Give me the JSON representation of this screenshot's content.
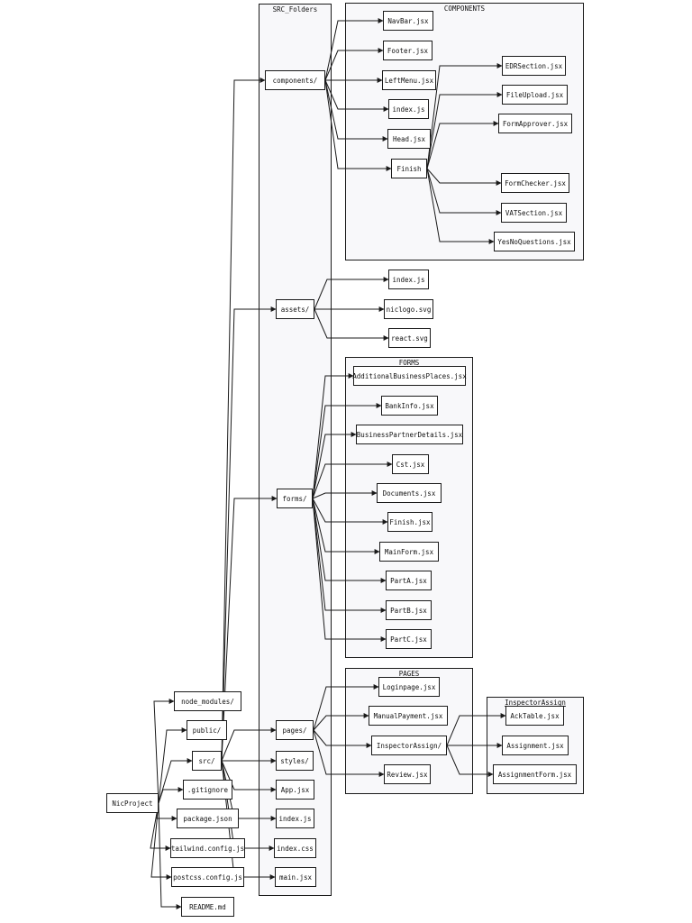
{
  "groups": {
    "src_folders": "SRC_Folders",
    "components": "COMPONENTS",
    "forms": "FORMS",
    "pages": "PAGES",
    "inspector_assign": "InspectorAssign"
  },
  "nodes": {
    "root": "NicProject",
    "node_modules": "node_modules/",
    "public": "public/",
    "src": "src/",
    "gitignore": ".gitignore",
    "package_json": "package.json",
    "tailwind_config": "tailwind.config.js",
    "postcss_config": "postcss.config.js",
    "readme": "README.md",
    "components_dir": "components/",
    "assets_dir": "assets/",
    "forms_dir": "forms/",
    "pages_dir": "pages/",
    "styles_dir": "styles/",
    "app_jsx": "App.jsx",
    "src_index_js": "index.js",
    "index_css": "index.css",
    "main_jsx": "main.jsx",
    "navbar": "NavBar.jsx",
    "footer": "Footer.jsx",
    "leftmenu": "LeftMenu.jsx",
    "components_index": "index.js",
    "head": "Head.jsx",
    "finish_dir": "Finish",
    "edrsection": "EDRSection.jsx",
    "fileupload": "FileUpload.jsx",
    "formapprover": "FormApprover.jsx",
    "formchecker": "FormChecker.jsx",
    "vatsection": "VATSection.jsx",
    "yesnoquestions": "YesNoQuestions.jsx",
    "assets_index": "index.js",
    "niclogo": "niclogo.svg",
    "react_svg": "react.svg",
    "additionalbusinessplaces": "AdditionalBusinessPlaces.jsx",
    "bankinfo": "BankInfo.jsx",
    "businesspartnerdetails": "BusinessPartnerDetails.jsx",
    "cst": "Cst.jsx",
    "documents": "Documents.jsx",
    "finish_form": "Finish.jsx",
    "mainform": "MainForm.jsx",
    "parta": "PartA.jsx",
    "partb": "PartB.jsx",
    "partc": "PartC.jsx",
    "loginpage": "Loginpage.jsx",
    "manualpayment": "ManualPayment.jsx",
    "inspectorassign_dir": "InspectorAssign/",
    "review": "Review.jsx",
    "acktable": "AckTable.jsx",
    "assignment": "Assignment.jsx",
    "assignmentform": "AssignmentForm.jsx"
  }
}
